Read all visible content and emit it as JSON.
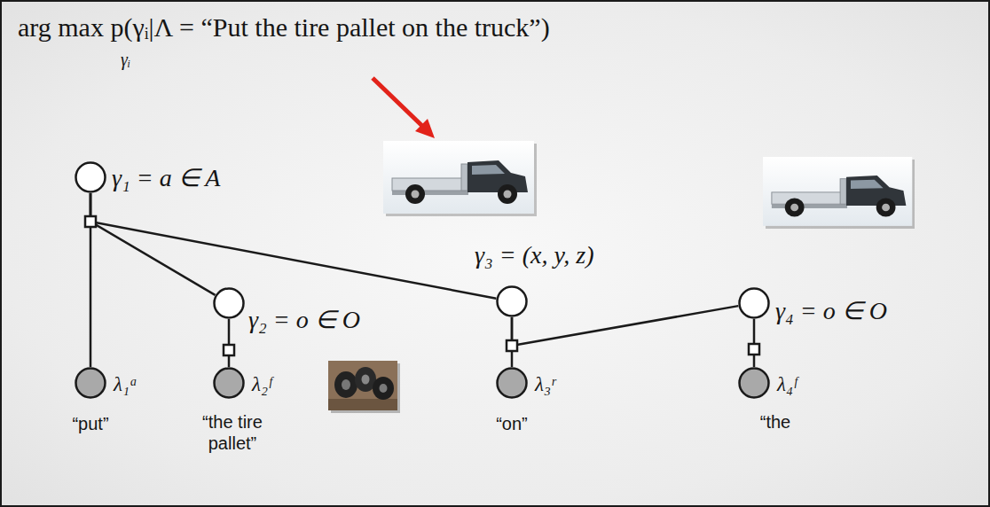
{
  "diagram": {
    "title": "arg max p(γᵢ|Λ = “Put the tire pallet on the truck”)",
    "nodes": [
      {
        "text": [
          "γ₁ = a ∈ A"
        ]
      },
      {
        "text": [
          "γ₂ = o ∈ O"
        ]
      },
      {
        "text": [
          "γ₃ = (x, y, z)"
        ]
      },
      {
        "text": [
          "γ₄ = o ∈ O"
        ]
      },
      {
        "text": [
          "λ₁ᵃ",
          "“put”"
        ]
      },
      {
        "text": [
          "λ₂ᶠ",
          "“the tire pallet”"
        ]
      },
      {
        "text": [
          "λ₃ʳ",
          "“on”"
        ]
      },
      {
        "text": [
          "λ₄ᶠ",
          "“the"
        ]
      }
    ],
    "edges": [
      {
        "from": 0,
        "to": 4,
        "arrow": "none"
      },
      {
        "from": 0,
        "to": 1,
        "arrow": "none"
      },
      {
        "from": 0,
        "to": 2,
        "arrow": "none"
      },
      {
        "from": 1,
        "to": 5,
        "arrow": "none"
      },
      {
        "from": 2,
        "to": 6,
        "arrow": "none"
      },
      {
        "from": 3,
        "to": 2,
        "arrow": "none"
      },
      {
        "from": 3,
        "to": 7,
        "arrow": "none"
      }
    ],
    "labels": [
      "γᵢ"
    ]
  }
}
